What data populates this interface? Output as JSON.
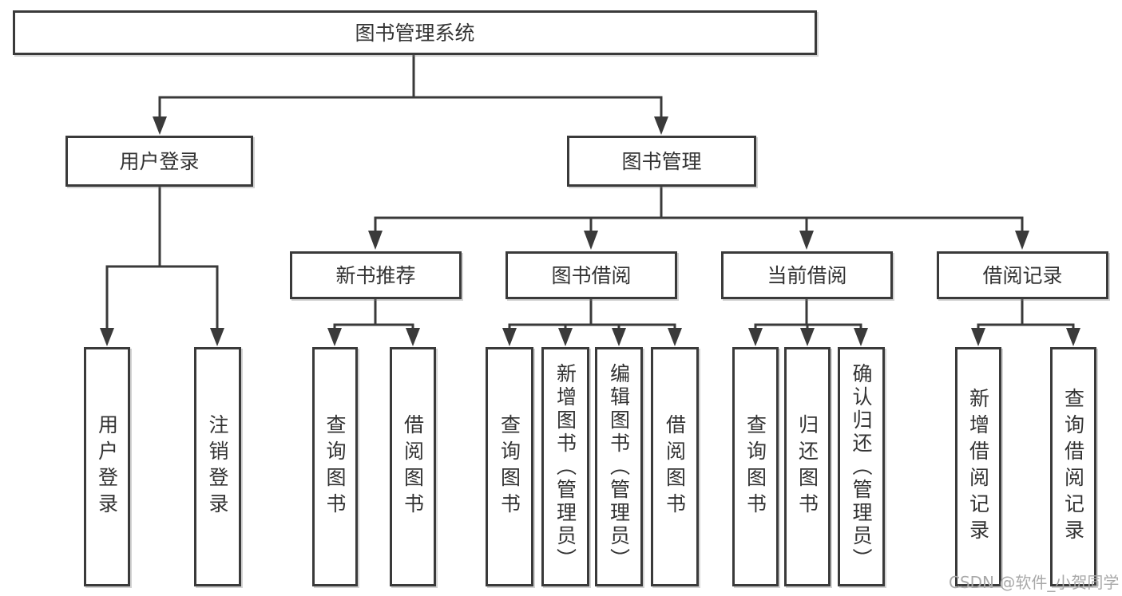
{
  "colors": {
    "line": "#3a3a3a",
    "text": "#333333",
    "box_background": "#ffffff",
    "watermark": "#a9a9a9"
  },
  "watermark": "CSDN @软件_小贺同学",
  "diagram": {
    "root": {
      "label": "图书管理系统"
    },
    "children": [
      {
        "label": "用户登录",
        "children": [
          {
            "label": "用户登录"
          },
          {
            "label": "注销登录"
          }
        ]
      },
      {
        "label": "图书管理",
        "children": [
          {
            "label": "新书推荐",
            "children": [
              {
                "label": "查询图书"
              },
              {
                "label": "借阅图书"
              }
            ]
          },
          {
            "label": "图书借阅",
            "children": [
              {
                "label": "查询图书"
              },
              {
                "label": "新增图书（管理员）"
              },
              {
                "label": "编辑图书（管理员）"
              },
              {
                "label": "借阅图书"
              }
            ]
          },
          {
            "label": "当前借阅",
            "children": [
              {
                "label": "查询图书"
              },
              {
                "label": "归还图书"
              },
              {
                "label": "确认归还（管理员）"
              }
            ]
          },
          {
            "label": "借阅记录",
            "children": [
              {
                "label": "新增借阅记录"
              },
              {
                "label": "查询借阅记录"
              }
            ]
          }
        ]
      }
    ]
  }
}
